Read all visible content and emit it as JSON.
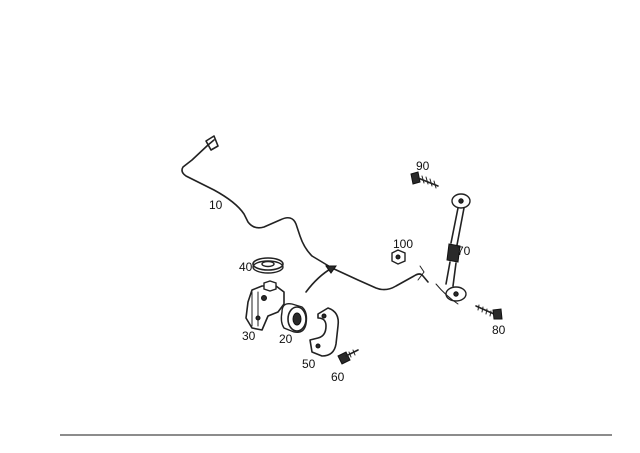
{
  "parts": [
    {
      "number": "10",
      "name": "stabilizer-bar"
    },
    {
      "number": "20",
      "name": "rubber-bushing"
    },
    {
      "number": "30",
      "name": "bracket"
    },
    {
      "number": "40",
      "name": "washer"
    },
    {
      "number": "50",
      "name": "clamp"
    },
    {
      "number": "60",
      "name": "bolt-clamp"
    },
    {
      "number": "70",
      "name": "link-rod"
    },
    {
      "number": "80",
      "name": "bolt-lower-link"
    },
    {
      "number": "90",
      "name": "bolt-upper-link"
    },
    {
      "number": "100",
      "name": "nut"
    }
  ]
}
